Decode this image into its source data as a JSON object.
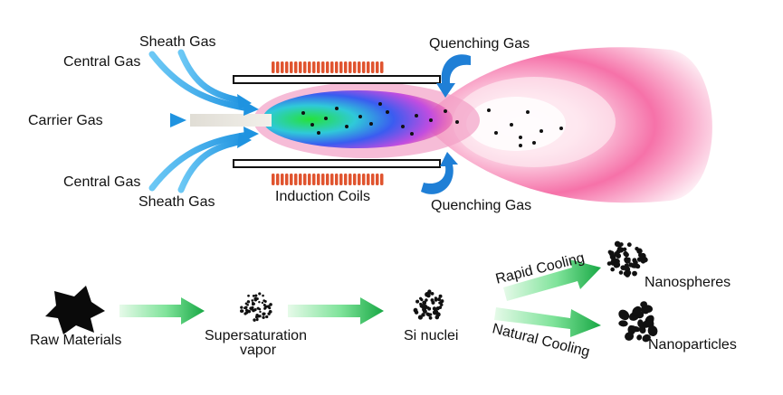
{
  "torch": {
    "labels": {
      "sheath_gas_top": "Sheath Gas",
      "central_gas_top": "Central Gas",
      "carrier_gas": "Carrier Gas",
      "central_gas_bottom": "Central Gas",
      "sheath_gas_bottom": "Sheath Gas",
      "induction_coils": "Induction Coils",
      "quenching_gas_top": "Quenching Gas",
      "quenching_gas_bottom": "Quenching Gas"
    }
  },
  "process": {
    "raw_materials": "Raw Materials",
    "supersaturation_line1": "Supersaturation",
    "supersaturation_line2": "vapor",
    "si_nuclei": "Si nuclei",
    "rapid_cooling": "Rapid Cooling",
    "natural_cooling": "Natural Cooling",
    "nanospheres": "Nanospheres",
    "nanoparticles": "Nanoparticles"
  },
  "colors": {
    "gas_arrow": "#2ea6e6",
    "coil": "#e0542f",
    "plasma_pink": "#f0438a",
    "plasma_core_green": "#2fe03a",
    "plasma_core_blue": "#3a6df0",
    "process_arrow_light": "#c8f5d0",
    "process_arrow_dark": "#1fb04a",
    "quench_arrow": "#1f7fd6"
  }
}
